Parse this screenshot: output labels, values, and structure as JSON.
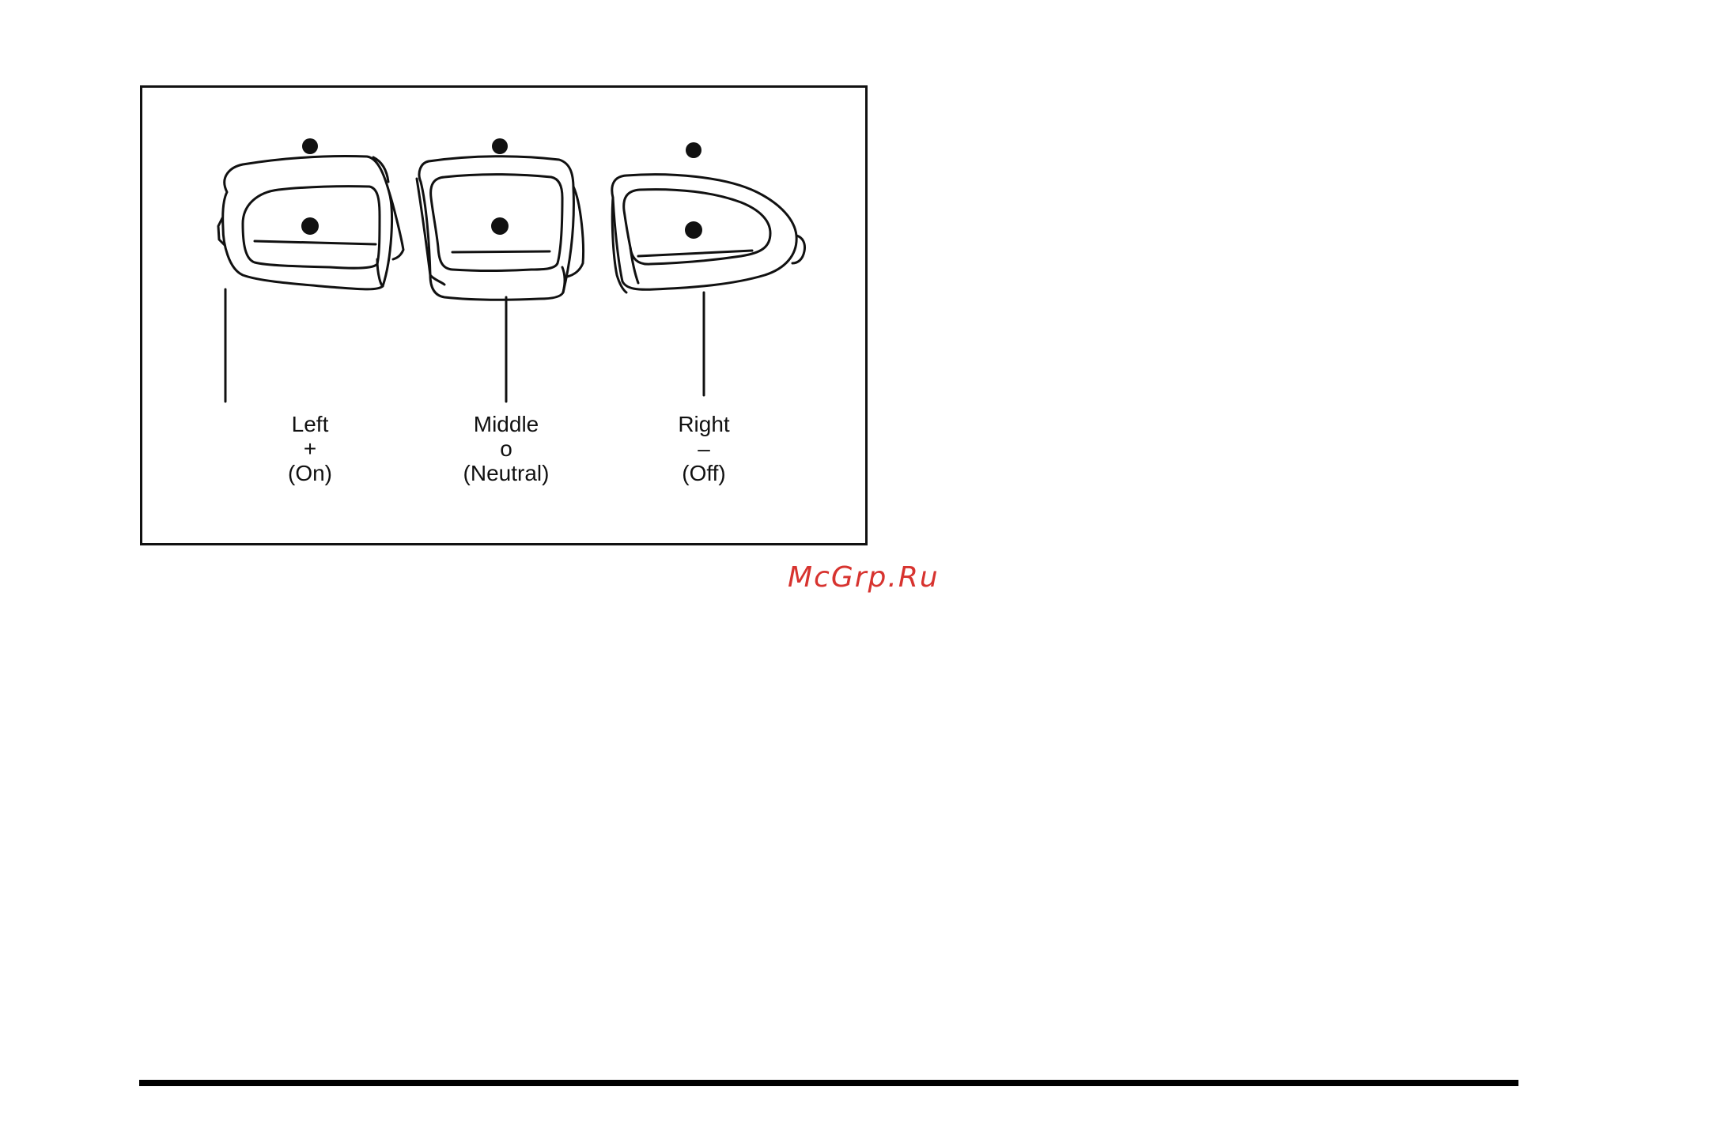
{
  "figure": {
    "buttons": [
      {
        "id": "left",
        "name": "Left",
        "symbol": "+",
        "state": "(On)"
      },
      {
        "id": "middle",
        "name": "Middle",
        "symbol": "o",
        "state": "(Neutral)"
      },
      {
        "id": "right",
        "name": "Right",
        "symbol": "–",
        "state": "(Off)"
      }
    ]
  },
  "watermark": {
    "text": "McGrp.Ru",
    "color": "#d7332f"
  },
  "colors": {
    "line": "#111111",
    "background": "#ffffff"
  }
}
